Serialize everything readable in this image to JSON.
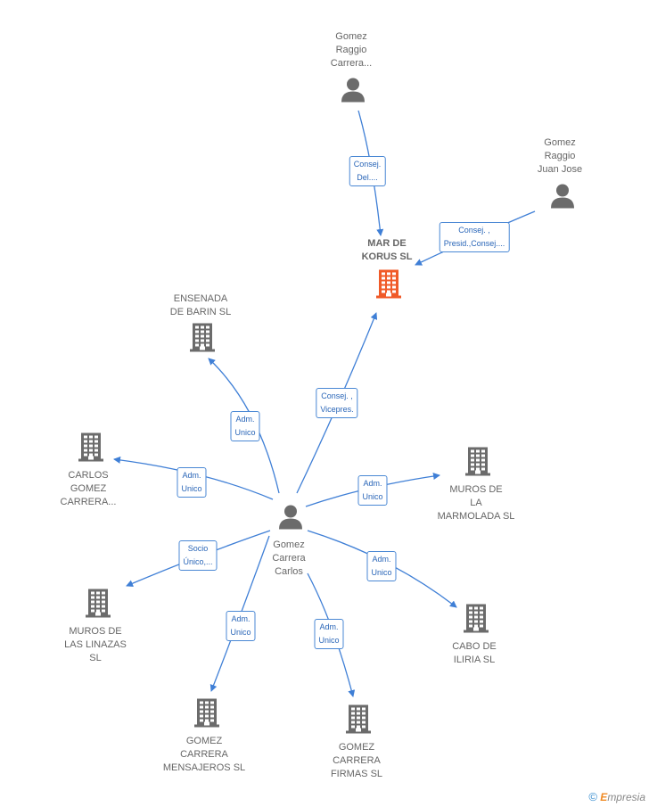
{
  "colors": {
    "edge": "#3f7fd6",
    "person": "#6b6b6b",
    "company": "#6b6b6b",
    "focus_company": "#f05a28"
  },
  "nodes": {
    "gomez_raggio_carrera": {
      "label": "Gomez\nRaggio\nCarrera...",
      "type": "person"
    },
    "gomez_raggio_juan_jose": {
      "label": "Gomez\nRaggio\nJuan Jose",
      "type": "person"
    },
    "mar_de_korus": {
      "label": "MAR DE\nKORUS SL",
      "type": "focus-company"
    },
    "ensenada_de_barin": {
      "label": "ENSENADA\nDE BARIN SL",
      "type": "company"
    },
    "carlos_gomez_carrera": {
      "label": "CARLOS\nGOMEZ\nCARRERA...",
      "type": "company"
    },
    "muros_de_la_marmolada": {
      "label": "MUROS DE\nLA\nMARMOLADA SL",
      "type": "company"
    },
    "gomez_carrera_carlos": {
      "label": "Gomez\nCarrera\nCarlos",
      "type": "person"
    },
    "muros_de_las_linazas": {
      "label": "MUROS DE\nLAS LINAZAS\nSL",
      "type": "company"
    },
    "cabo_de_iliria": {
      "label": "CABO DE\nILIRIA  SL",
      "type": "company"
    },
    "gomez_carrera_mensajeros": {
      "label": "GOMEZ\nCARRERA\nMENSAJEROS SL",
      "type": "company"
    },
    "gomez_carrera_firmas": {
      "label": "GOMEZ\nCARRERA\nFIRMAS SL",
      "type": "company"
    }
  },
  "edges": [
    {
      "from": "gomez_raggio_carrera",
      "to": "mar_de_korus",
      "label": "Consej.\nDel...."
    },
    {
      "from": "gomez_raggio_juan_jose",
      "to": "mar_de_korus",
      "label": "Consej. ,\nPresid.,Consej...."
    },
    {
      "from": "gomez_carrera_carlos",
      "to": "mar_de_korus",
      "label": "Consej. ,\nVicepres."
    },
    {
      "from": "gomez_carrera_carlos",
      "to": "ensenada_de_barin",
      "label": "Adm.\nUnico"
    },
    {
      "from": "gomez_carrera_carlos",
      "to": "carlos_gomez_carrera",
      "label": "Adm.\nUnico"
    },
    {
      "from": "gomez_carrera_carlos",
      "to": "muros_de_la_marmolada",
      "label": "Adm.\nUnico"
    },
    {
      "from": "gomez_carrera_carlos",
      "to": "muros_de_las_linazas",
      "label": "Socio\nÚnico,..."
    },
    {
      "from": "gomez_carrera_carlos",
      "to": "cabo_de_iliria",
      "label": "Adm.\nUnico"
    },
    {
      "from": "gomez_carrera_carlos",
      "to": "gomez_carrera_mensajeros",
      "label": "Adm.\nUnico"
    },
    {
      "from": "gomez_carrera_carlos",
      "to": "gomez_carrera_firmas",
      "label": "Adm.\nUnico"
    }
  ],
  "footer": {
    "copyright": "©",
    "brand_initial": "E",
    "brand_rest": "mpresia"
  }
}
